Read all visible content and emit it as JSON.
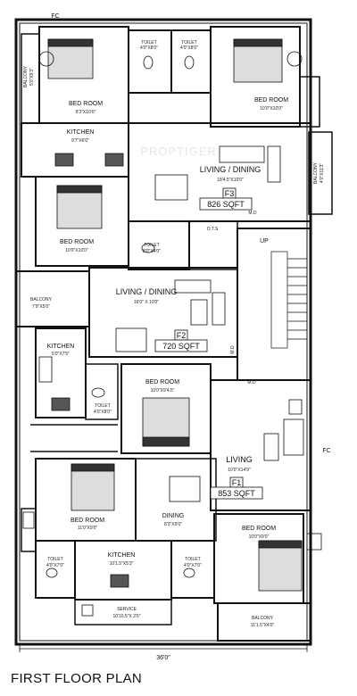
{
  "title": "FIRST FLOOR PLAN",
  "watermark": "PROPTIGER",
  "dimension_bottom": "36'0\"",
  "fc_top": "FC",
  "fc_right": "FC",
  "flats": {
    "f3": {
      "id": "F3",
      "area": "826 SQFT"
    },
    "f2": {
      "id": "F2",
      "area": "720 SQFT"
    },
    "f1": {
      "id": "F1",
      "area": "853 SQFT"
    }
  },
  "rooms": {
    "balcony_top_left": {
      "name": "BALCONY",
      "dims": "5'0\"X9'3\""
    },
    "bed_top_left": {
      "name": "BED ROOM",
      "dims": "9'3\"X10'0\""
    },
    "toilet_top_1": {
      "name": "TOILET",
      "dims": "4'0\"X8'0\""
    },
    "toilet_top_2": {
      "name": "TOILET",
      "dims": "4'0\"X8'0\""
    },
    "bed_top_right": {
      "name": "BED ROOM",
      "dims": "10'0\"X10'0\""
    },
    "kitchen_top": {
      "name": "KITCHEN",
      "dims": "9'7\"X6'0\""
    },
    "living_f3": {
      "name": "LIVING / DINING",
      "dims": "18'4.5\"X10'0\""
    },
    "balcony_right_f3": {
      "name": "BALCONY",
      "dims": "4'0\"X11'3\""
    },
    "bed_f2": {
      "name": "BED ROOM",
      "dims": "10'0\"X10'0\""
    },
    "toilet_f2": {
      "name": "TOILET",
      "dims": "8'0\"X4'0\""
    },
    "ots": {
      "name": "O.T.S",
      "dims": ""
    },
    "up": {
      "name": "UP",
      "dims": ""
    },
    "balcony_f2": {
      "name": "BALCONY",
      "dims": "7'9\"X5'0\""
    },
    "living_f2": {
      "name": "LIVING / DINING",
      "dims": "16'0\" X 10'0\""
    },
    "kitchen_f2": {
      "name": "KITCHEN",
      "dims": "5'0\"X7'5\""
    },
    "bed_mid": {
      "name": "BED ROOM",
      "dims": "10'0\"X9'4.5\""
    },
    "toilet_mid": {
      "name": "TOILET",
      "dims": "4'0\"X8'0\""
    },
    "living_f1": {
      "name": "LIVING",
      "dims": "10'0\"X14'9\""
    },
    "bed_bottom_left": {
      "name": "BED ROOM",
      "dims": "11'0\"X9'0\""
    },
    "dining_f1": {
      "name": "DINING",
      "dims": "8'3\"X9'0\""
    },
    "bed_bottom_right": {
      "name": "BED ROOM",
      "dims": "10'0\"X9'0\""
    },
    "kitchen_bottom": {
      "name": "KITCHEN",
      "dims": "10'1.5\"X5'3\""
    },
    "toilet_bottom_left": {
      "name": "TOILET",
      "dims": "4'0\"X7'0\""
    },
    "toilet_bottom_right": {
      "name": "TOILET",
      "dims": "4'0\"X7'0\""
    },
    "service": {
      "name": "SERVICE",
      "dims": "10'10.5\"X 2'6\""
    },
    "balcony_bottom": {
      "name": "BALCONY",
      "dims": "11'1.5\"X4'0\""
    }
  },
  "doors": {
    "md_f3": "M.D",
    "md_f2": "M.D",
    "md_f1": "M.D"
  }
}
